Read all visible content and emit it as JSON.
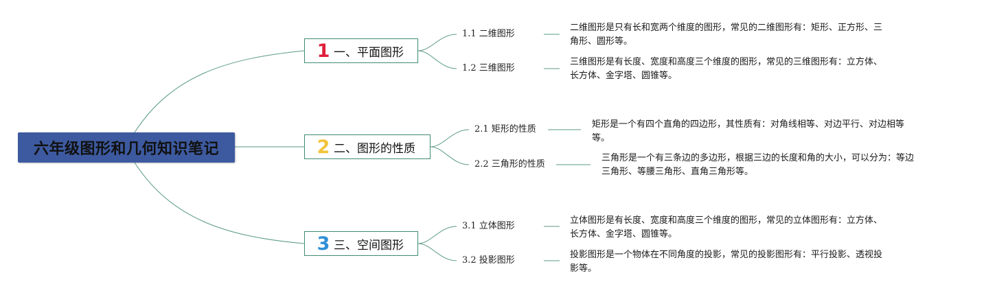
{
  "mindmap": {
    "root": {
      "title": "六年级图形和几何知识笔记"
    },
    "sections": [
      {
        "number": "1",
        "number_color": "#e0203c",
        "title": "一、平面图形",
        "subtopics": [
          {
            "label": "1.1 二维图形",
            "description": [
              "二维图形是只有长和宽两个维度的图形，常见的二维图形有：矩形、正方形、三",
              "角形、圆形等。"
            ]
          },
          {
            "label": "1.2 三维图形",
            "description": [
              "三维图形是有长度、宽度和高度三个维度的图形，常见的三维图形有：立方体、",
              "长方体、金字塔、圆锥等。"
            ]
          }
        ]
      },
      {
        "number": "2",
        "number_color": "#f2c43c",
        "title": "二、图形的性质",
        "subtopics": [
          {
            "label": "2.1 矩形的性质",
            "description": [
              "矩形是一个有四个直角的四边形，其性质有：对角线相等、对边平行、对边相等",
              "等。"
            ]
          },
          {
            "label": "2.2 三角形的性质",
            "description": [
              "三角形是一个有三条边的多边形，根据三边的长度和角的大小，可以分为：等边",
              "三角形、等腰三角形、直角三角形等。"
            ]
          }
        ]
      },
      {
        "number": "3",
        "number_color": "#2f8fd6",
        "title": "三、空间图形",
        "subtopics": [
          {
            "label": "3.1 立体图形",
            "description": [
              "立体图形是有长度、宽度和高度三个维度的图形，常见的立体图形有：立方体、",
              "长方体、金字塔、圆锥等。"
            ]
          },
          {
            "label": "3.2 投影图形",
            "description": [
              "投影图形是一个物体在不同角度的投影，常见的投影图形有：平行投影、透视投",
              "影等。"
            ]
          }
        ]
      }
    ]
  }
}
